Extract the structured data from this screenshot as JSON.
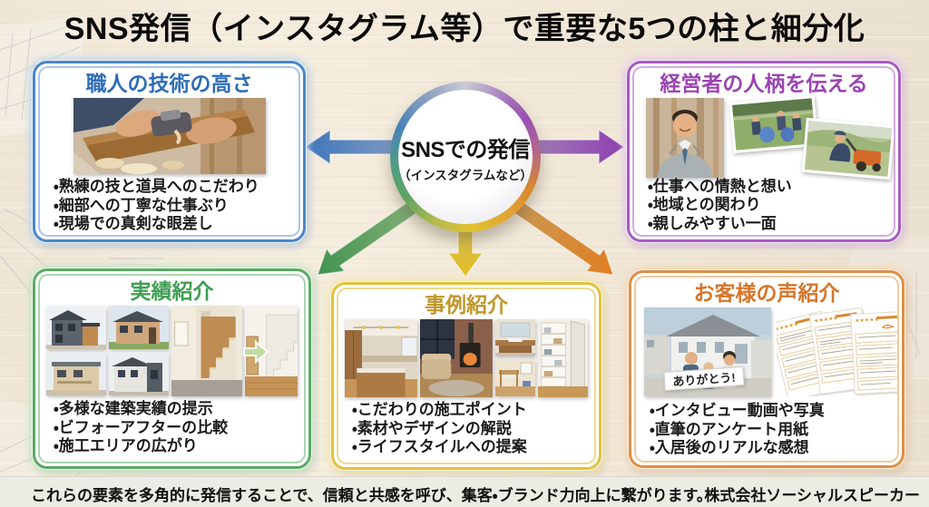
{
  "title": "SNS発信（インスタグラム等）で重要な5つの柱と細分化",
  "center": {
    "title": "SNSでの発信",
    "subtitle": "（インスタグラムなど）"
  },
  "cards": {
    "craftsmanship": {
      "title": "職人の技術の高さ",
      "accent": "#2e6db6",
      "bullets": [
        "・熟練の技と道具へのこだわり",
        "・細部への丁寧な仕事ぶり",
        "・現場での真剣な眼差し"
      ]
    },
    "owner": {
      "title": "経営者の人柄を伝える",
      "accent": "#9b44b2",
      "bullets": [
        "・仕事への情熱と想い",
        "・地域との関わり",
        "・親しみやすい一面"
      ]
    },
    "results": {
      "title": "実績紹介",
      "accent": "#3f9e52",
      "bullets": [
        "・多様な建築実績の提示",
        "・ビフォーアフターの比較",
        "・施工エリアの広がり"
      ]
    },
    "cases": {
      "title": "事例紹介",
      "accent": "#c0972a",
      "bullets": [
        "・こだわりの施工ポイント",
        "・素材やデザインの解説",
        "・ライフスタイルへの提案"
      ]
    },
    "voice": {
      "title": "お客様の声紹介",
      "accent": "#d4762a",
      "photo_sign": "ありがとう!",
      "bullets": [
        "・インタビュー動画や写真",
        "・直筆のアンケート用紙",
        "・入居後のリアルな感想"
      ]
    }
  },
  "arrow_colors": {
    "left": "#3f74ba",
    "right": "#8e3fae",
    "down_left": "#3f9350",
    "down": "#e2ba22",
    "down_right": "#e07e20"
  },
  "footer": {
    "message": "これらの要素を多角的に発信することで、信頼と共感を呼び、集客・ブランド力向上に繋がります。",
    "company": "株式会社ソーシャルスピーカー"
  }
}
